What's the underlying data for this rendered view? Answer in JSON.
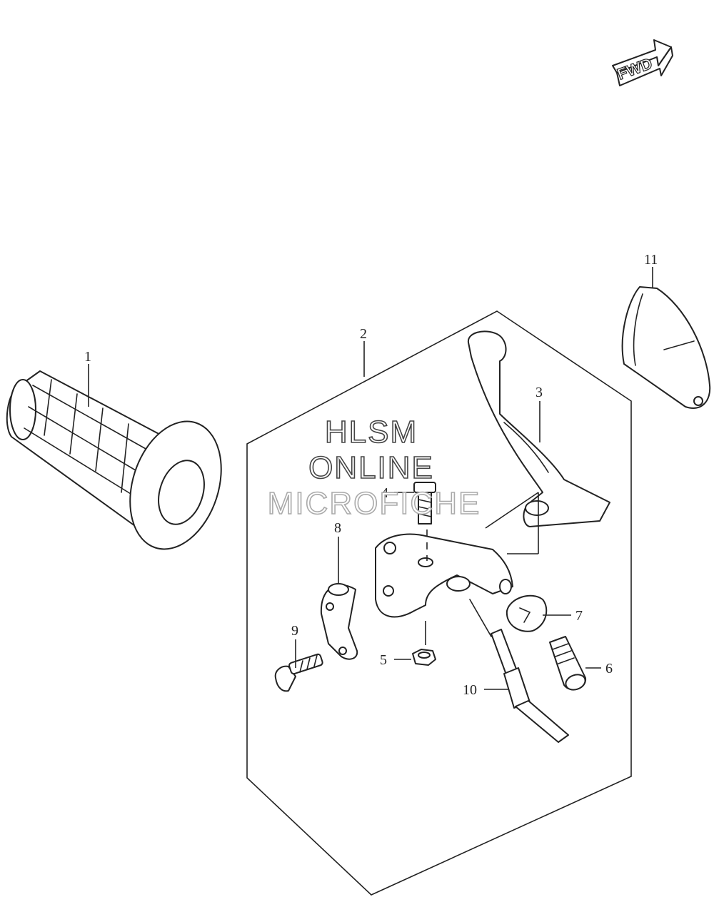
{
  "diagram": {
    "fwd_label": "FWD",
    "callouts": [
      "1",
      "2",
      "3",
      "4",
      "5",
      "6",
      "7",
      "8",
      "9",
      "10",
      "11"
    ],
    "watermark": [
      "HLSM",
      "ONLINE",
      "MICROFICHE"
    ]
  }
}
